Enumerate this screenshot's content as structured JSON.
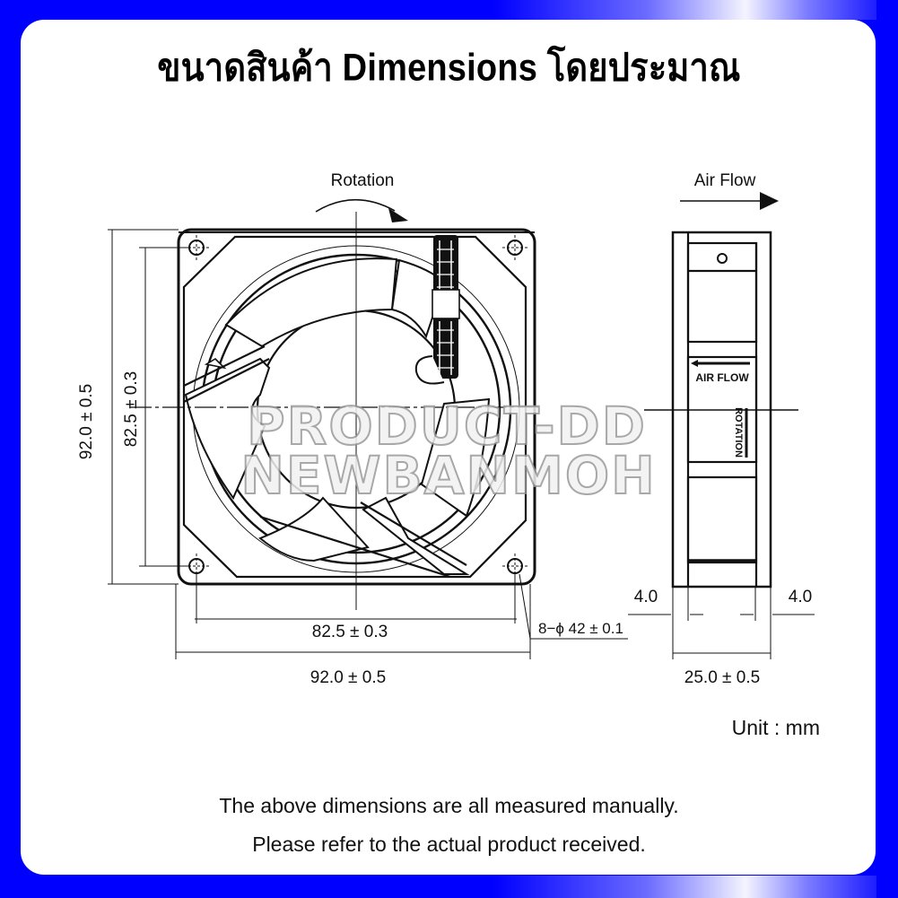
{
  "header": {
    "title": "ขนาดสินค้า Dimensions โดยประมาณ"
  },
  "front_view": {
    "rotation_label": "Rotation",
    "height_outer": "92.0 ± 0.5",
    "height_mount": "82.5 ± 0.3",
    "width_mount": "82.5 ± 0.3",
    "width_outer": "92.0 ± 0.5",
    "hole_spec": "8−ϕ 42 ± 0.1"
  },
  "side_view": {
    "airflow_label": "Air Flow",
    "label_airflow_small": "AIR FLOW",
    "label_rotation_small": "ROTATION",
    "flange_left": "4.0",
    "flange_right": "4.0",
    "depth": "25.0 ± 0.5"
  },
  "watermark": {
    "line1": "PRODUCT-DD",
    "line2": "NEWBANMOH"
  },
  "footer": {
    "unit": "Unit : mm",
    "note_line1": "The above dimensions are all measured manually.",
    "note_line2": "Please refer to the actual product received."
  },
  "colors": {
    "border_blue": "#0000ff",
    "card_white": "#ffffff",
    "line_black": "#111111",
    "watermark_gray": "#9a9a9a"
  }
}
